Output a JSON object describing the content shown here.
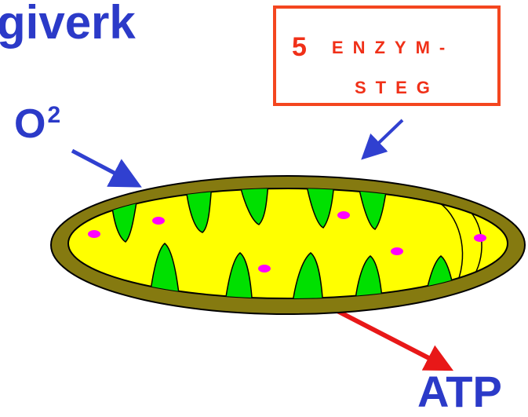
{
  "title": "giverk",
  "oxygen_label": {
    "base": "O",
    "superscript": "2"
  },
  "enzyme_box": {
    "number": "5",
    "line1": "ENZYM-",
    "line2": "STEG"
  },
  "product_label": "ATP",
  "colors": {
    "title_blue": "#2b3ac8",
    "arrow_blue": "#3040d0",
    "arrow_red": "#e81818",
    "box_border": "#f4461f",
    "membrane": "#857a10",
    "matrix": "#ffff00",
    "cristae": "#00e000",
    "granules": "#ff00ff"
  },
  "icons": [
    "mitochondrion-icon",
    "arrow-icon"
  ]
}
